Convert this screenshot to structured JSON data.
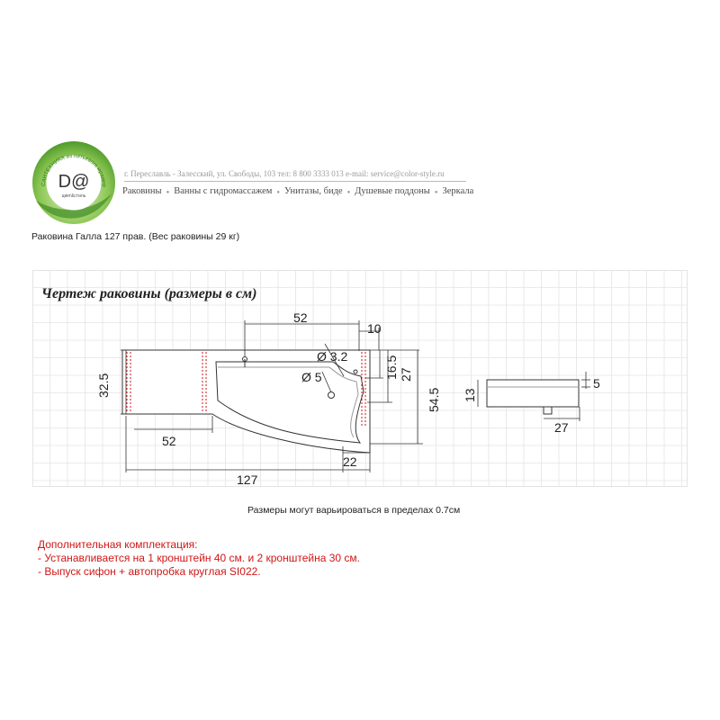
{
  "header": {
    "logo_letter": "D@",
    "logo_arc_text": "САНТЕХНИКА из литьевого мрамора",
    "logo_brand": "цвет&стиль",
    "contact_line": "г. Переславль - Залесский, ул. Свободы, 103    тел: 8 800 3333 013   e-mail: service@color-style.ru",
    "nav_items": [
      "Раковины",
      "Ванны с гидромассажем",
      "Унитазы, биде",
      "Душевые поддоны",
      "Зеркала"
    ]
  },
  "product": {
    "title": "Раковина Галла 127 прав. (Вес раковины 29 кг)"
  },
  "drawing": {
    "title": "Чертеж раковины (размеры в см)",
    "dimensions": {
      "top_width": "52",
      "right_margin": "10",
      "hole_small": "Ø 3.2",
      "hole_drain": "Ø 5",
      "height_right_inner": "16.5",
      "height_middle": "27",
      "depth_total": "54.5",
      "depth_left": "32.5",
      "left_width": "52",
      "bottom_right": "22",
      "total_length": "127",
      "side_height": "13",
      "side_rim": "5",
      "side_drain_offset": "27"
    }
  },
  "notes": {
    "tolerance": "Размеры могут варьироваться в пределах 0.7см",
    "extras_title": "Дополнительная комплектация:",
    "extras_items": [
      "- Устанавливается на 1 кронштейн 40 см. и 2 кронштейна 30 см.",
      "- Выпуск сифон + автопробка круглая SI022."
    ]
  },
  "colors": {
    "accent_red": "#d01616",
    "grid": "#e4e4e4",
    "logo_green": "#6cb33f"
  }
}
